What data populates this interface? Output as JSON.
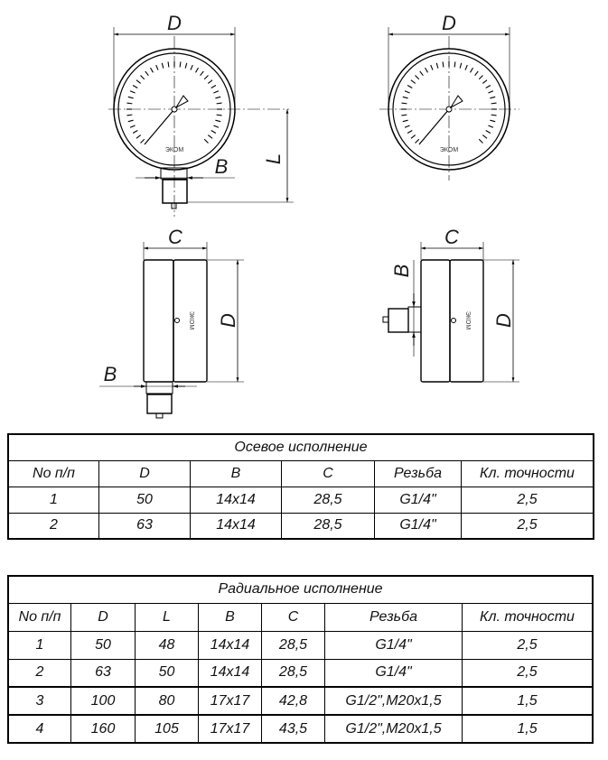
{
  "drawing": {
    "labels": {
      "D": "D",
      "L": "L",
      "B": "B",
      "C": "C"
    },
    "logo_text": "ЭКОМ"
  },
  "axial_table": {
    "title": "Осевое  исполнение",
    "headers": [
      "No п/п",
      "D",
      "B",
      "C",
      "Резьба",
      "Кл. точности"
    ],
    "rows": [
      [
        "1",
        "50",
        "14x14",
        "28,5",
        "G1/4\"",
        "2,5"
      ],
      [
        "2",
        "63",
        "14x14",
        "28,5",
        "G1/4\"",
        "2,5"
      ]
    ]
  },
  "radial_table": {
    "title": "Радиальное исполнение",
    "headers": [
      "No п/п",
      "D",
      "L",
      "B",
      "C",
      "Резьба",
      "Кл. точности"
    ],
    "rows": [
      [
        "1",
        "50",
        "48",
        "14x14",
        "28,5",
        "G1/4\"",
        "2,5"
      ],
      [
        "2",
        "63",
        "50",
        "14x14",
        "28,5",
        "G1/4\"",
        "2,5"
      ],
      [
        "3",
        "100",
        "80",
        "17x17",
        "42,8",
        "G1/2\",M20x1,5",
        "1,5"
      ],
      [
        "4",
        "160",
        "105",
        "17x17",
        "43,5",
        "G1/2\",M20x1,5",
        "1,5"
      ]
    ]
  }
}
